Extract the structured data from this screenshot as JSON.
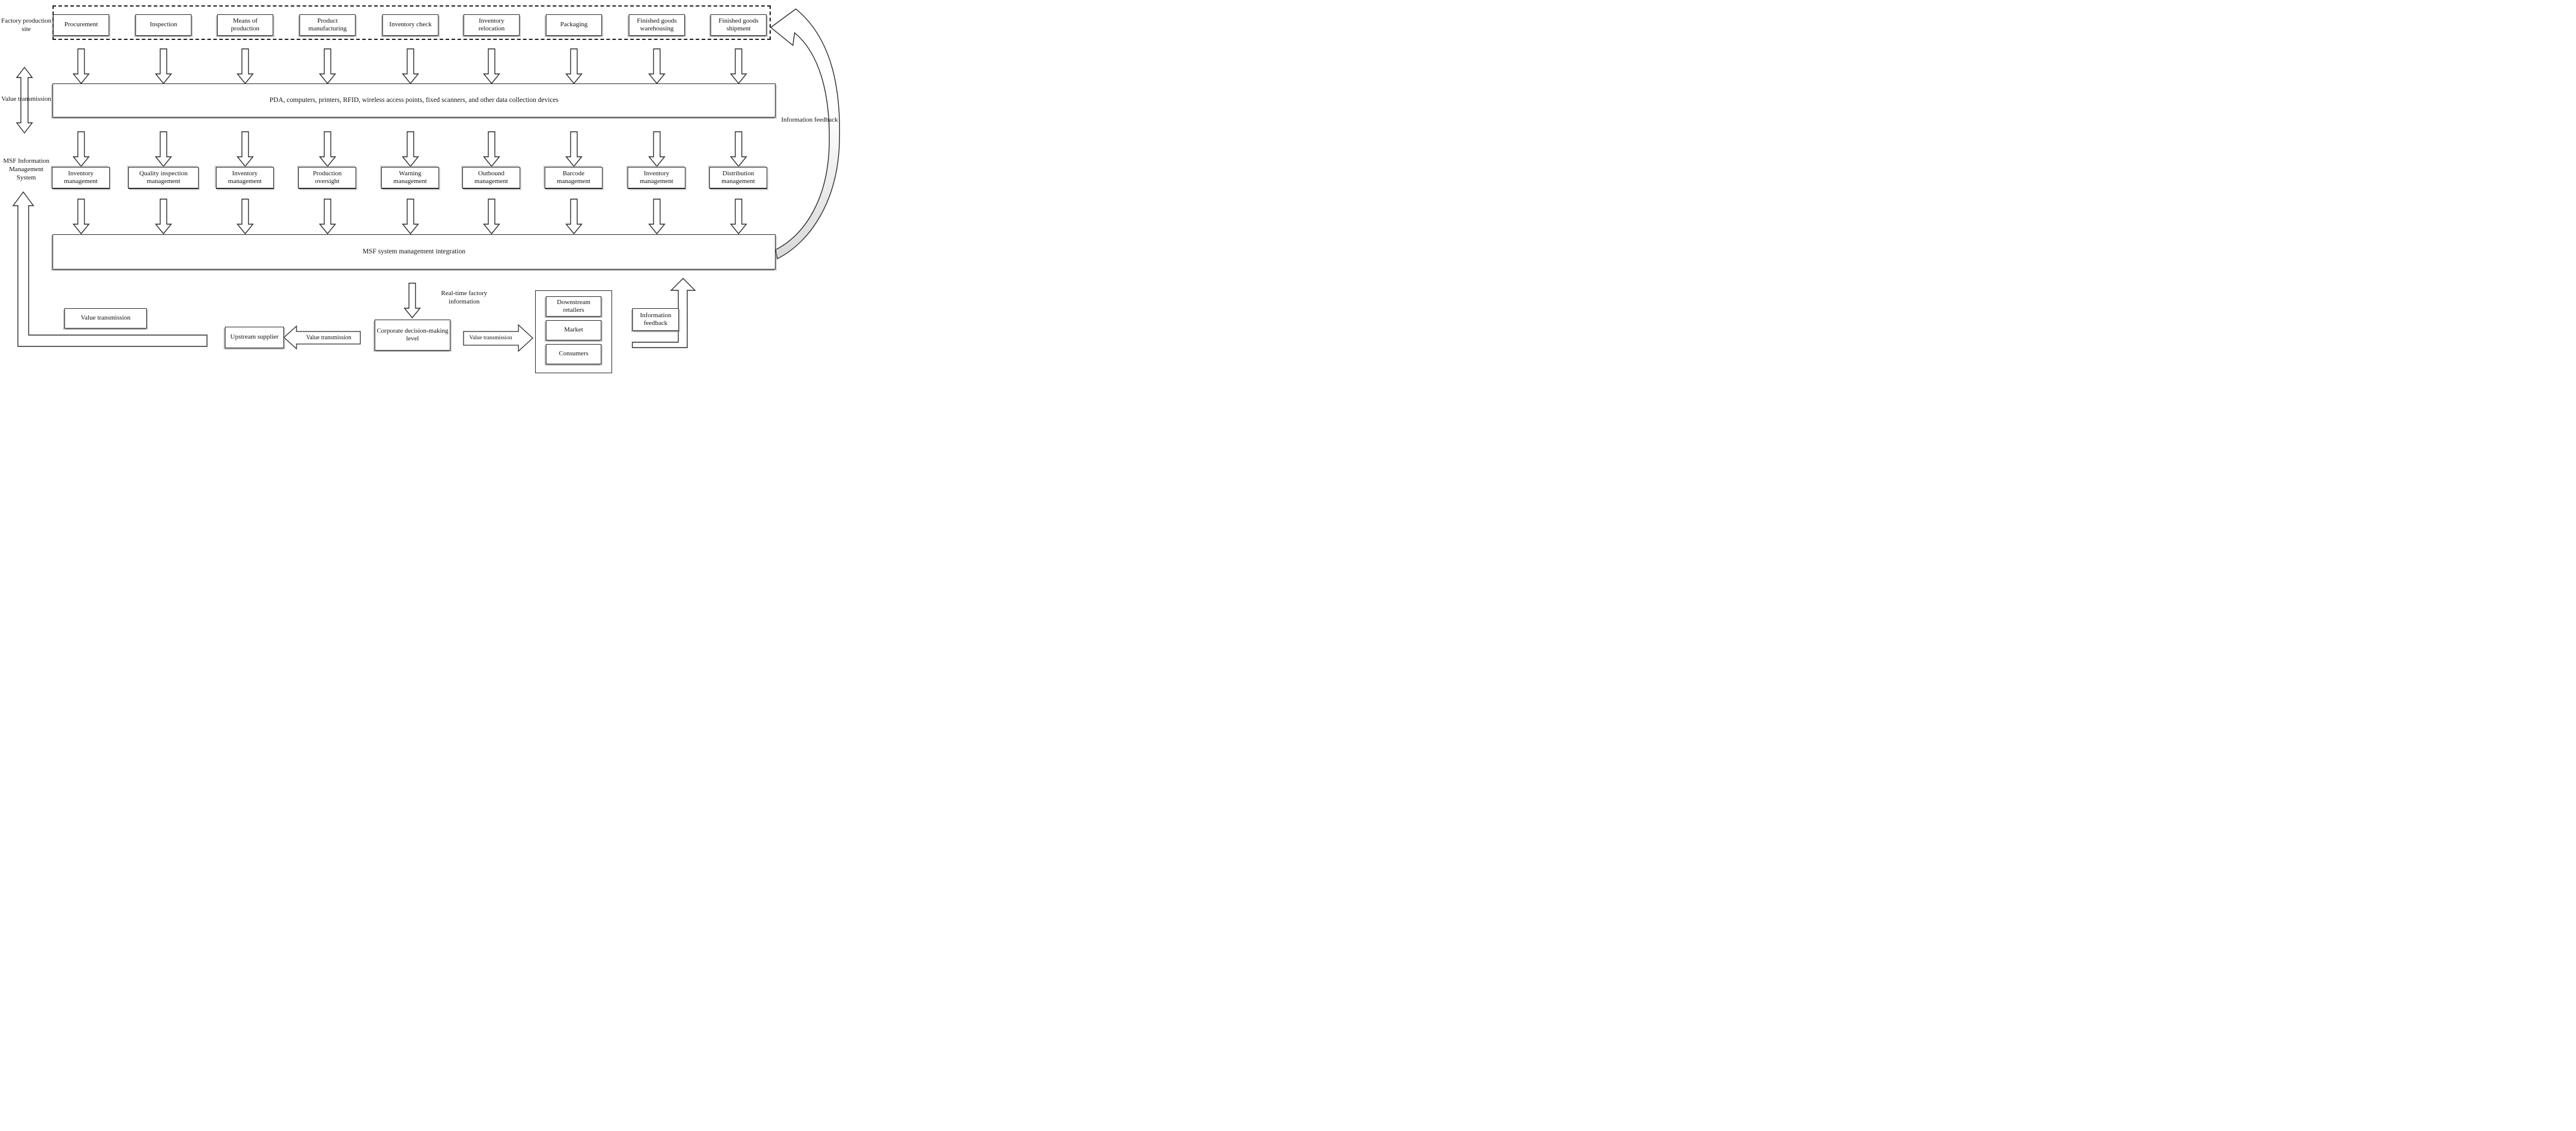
{
  "left_labels": {
    "factory_site": "Factory production site",
    "value_transmission": "Value transmission",
    "msf_system": "MSF Information Management System"
  },
  "right_labels": {
    "information_feedback": "Information feedback"
  },
  "factory_row": {
    "boxes": [
      {
        "label": "Procurement"
      },
      {
        "label": "Inspection"
      },
      {
        "label": "Means of production"
      },
      {
        "label": "Product manufacturing"
      },
      {
        "label": "Inventory check"
      },
      {
        "label": "Inventory relocation"
      },
      {
        "label": "Packaging"
      },
      {
        "label": "Finished goods warehousing"
      },
      {
        "label": "Finished goods shipment"
      }
    ]
  },
  "device_layer": {
    "label": "PDA, computers, printers, RFID, wireless access points, fixed scanners, and other data collection devices"
  },
  "management_row": {
    "boxes": [
      {
        "label": "Inventory management"
      },
      {
        "label": "Quality inspection management"
      },
      {
        "label": "Inventory management"
      },
      {
        "label": "Production oversight"
      },
      {
        "label": "Warning management"
      },
      {
        "label": "Outbound management"
      },
      {
        "label": "Barcode management"
      },
      {
        "label": "Inventory management"
      },
      {
        "label": "Distribution management"
      }
    ]
  },
  "integration_layer": {
    "label": "MSF system management integration"
  },
  "bottom_flow": {
    "value_transmission_box": "Value transmission",
    "upstream_supplier": "Upstream supplier",
    "value_to_supplier_arrow": "Value transmission",
    "corporate_decision": "Corporate decision-making level",
    "real_time_info": "Real-time factory information",
    "value_to_market_arrow": "Value transmission",
    "market_group": [
      {
        "label": "Downstream retailers"
      },
      {
        "label": "Market"
      },
      {
        "label": "Consumers"
      }
    ],
    "information_feedback_box": "Information feedback"
  },
  "colors": {
    "line": "#2b2b2b",
    "arrow_fill": "#ffffff",
    "curve_tail": "#d9d9d9",
    "background": "#ffffff"
  }
}
